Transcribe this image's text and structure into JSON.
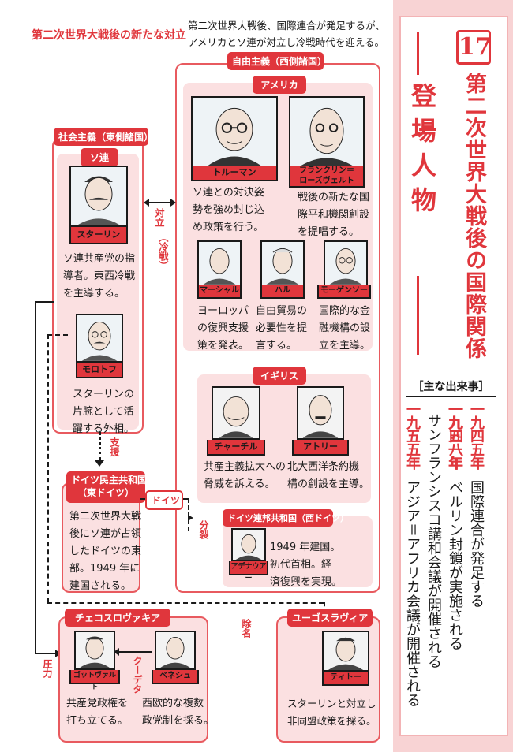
{
  "header": {
    "title": "第二次世界大戦後の新たな対立",
    "text_line1": "第二次世界大戦後、国際連合が発足するが、",
    "text_line2": "アメリカとソ連が対立し冷戦時代を迎える。"
  },
  "right_panel": {
    "chapter_number": "17",
    "chapter_title": "第二次世界大戦後の国際関係",
    "cast_heading": "登場人物",
    "events_heading": "［主な出来事］",
    "events": [
      {
        "year": "一九四五年",
        "text": "国際連合が発足する"
      },
      {
        "year": "一九四八年",
        "text": "ベルリン封鎖が実施される"
      },
      {
        "year": "一九五一年",
        "text": "サンフランシスコ講和会議が開催される"
      },
      {
        "year": "一九五五年",
        "text": "アジア＝アフリカ会議が開催される"
      }
    ]
  },
  "west": {
    "label": "自由主義（西側諸国）",
    "usa": {
      "label": "アメリカ",
      "truman": {
        "name": "トルーマン",
        "desc": [
          "ソ連との対決姿",
          "勢を強め封じ込",
          "め政策を行う。"
        ]
      },
      "roosevelt": {
        "name_line1": "フランクリン＝",
        "name_line2": "ローズヴェルト",
        "desc": [
          "戦後の新たな国",
          "際平和機関創設",
          "を提唱する。"
        ]
      },
      "marshall": {
        "name": "マーシャル",
        "desc": [
          "ヨーロッパ",
          "の復興支援",
          "策を発表。"
        ]
      },
      "hull": {
        "name": "ハル",
        "desc": [
          "自由貿易の",
          "必要性を提",
          "言する。"
        ]
      },
      "morgenthau": {
        "name": "モーゲンソー",
        "desc": [
          "国際的な金",
          "融機構の設",
          "立を主導。"
        ]
      }
    },
    "uk": {
      "label": "イギリス",
      "churchill": {
        "name": "チャーチル",
        "desc": [
          "共産主義拡大への",
          "脅威を訴える。"
        ]
      },
      "attlee": {
        "name": "アトリー",
        "desc": [
          "北大西洋条約機",
          "構の創設を主導。"
        ]
      }
    },
    "west_germany": {
      "label": "ドイツ連邦共和国（西ドイツ）",
      "adenauer": {
        "name": "アデナウアー",
        "desc": [
          "1949 年建国。",
          "初代首相。経",
          "済復興を実現。"
        ]
      }
    }
  },
  "east": {
    "label": "社会主義（東側諸国）",
    "ussr": {
      "label": "ソ連",
      "stalin": {
        "name": "スターリン",
        "desc": [
          "ソ連共産党の指",
          "導者。東西冷戦",
          "を主導する。"
        ]
      },
      "molotov": {
        "name": "モロトフ",
        "desc": [
          "スターリンの",
          "片腕として活",
          "躍する外相。"
        ]
      }
    },
    "east_germany": {
      "label_line1": "ドイツ民主共和国",
      "label_line2": "（東ドイツ）",
      "desc": [
        "第二次世界大戦",
        "後にソ連が占領",
        "したドイツの東",
        "部。1949 年に",
        "建国される。"
      ]
    }
  },
  "connectors": {
    "conflict": "対立",
    "cold_war": "（冷戦）",
    "support": "支援",
    "germany": "ドイツ",
    "division": "分裂",
    "expulsion": "除名",
    "pressure": "圧力",
    "coup": "クーデタ"
  },
  "czech": {
    "label": "チェコスロヴァキア",
    "gottwald": {
      "name": "ゴットヴァルト",
      "desc": [
        "共産党政権を",
        "打ち立てる。"
      ]
    },
    "benes": {
      "name": "ベネシュ",
      "desc": [
        "西欧的な複数",
        "政党制を採る。"
      ]
    }
  },
  "yugoslavia": {
    "label": "ユーゴスラヴィア",
    "tito": {
      "name": "ティトー",
      "desc": [
        "スターリンと対立し",
        "非同盟政策を採る。"
      ]
    }
  }
}
